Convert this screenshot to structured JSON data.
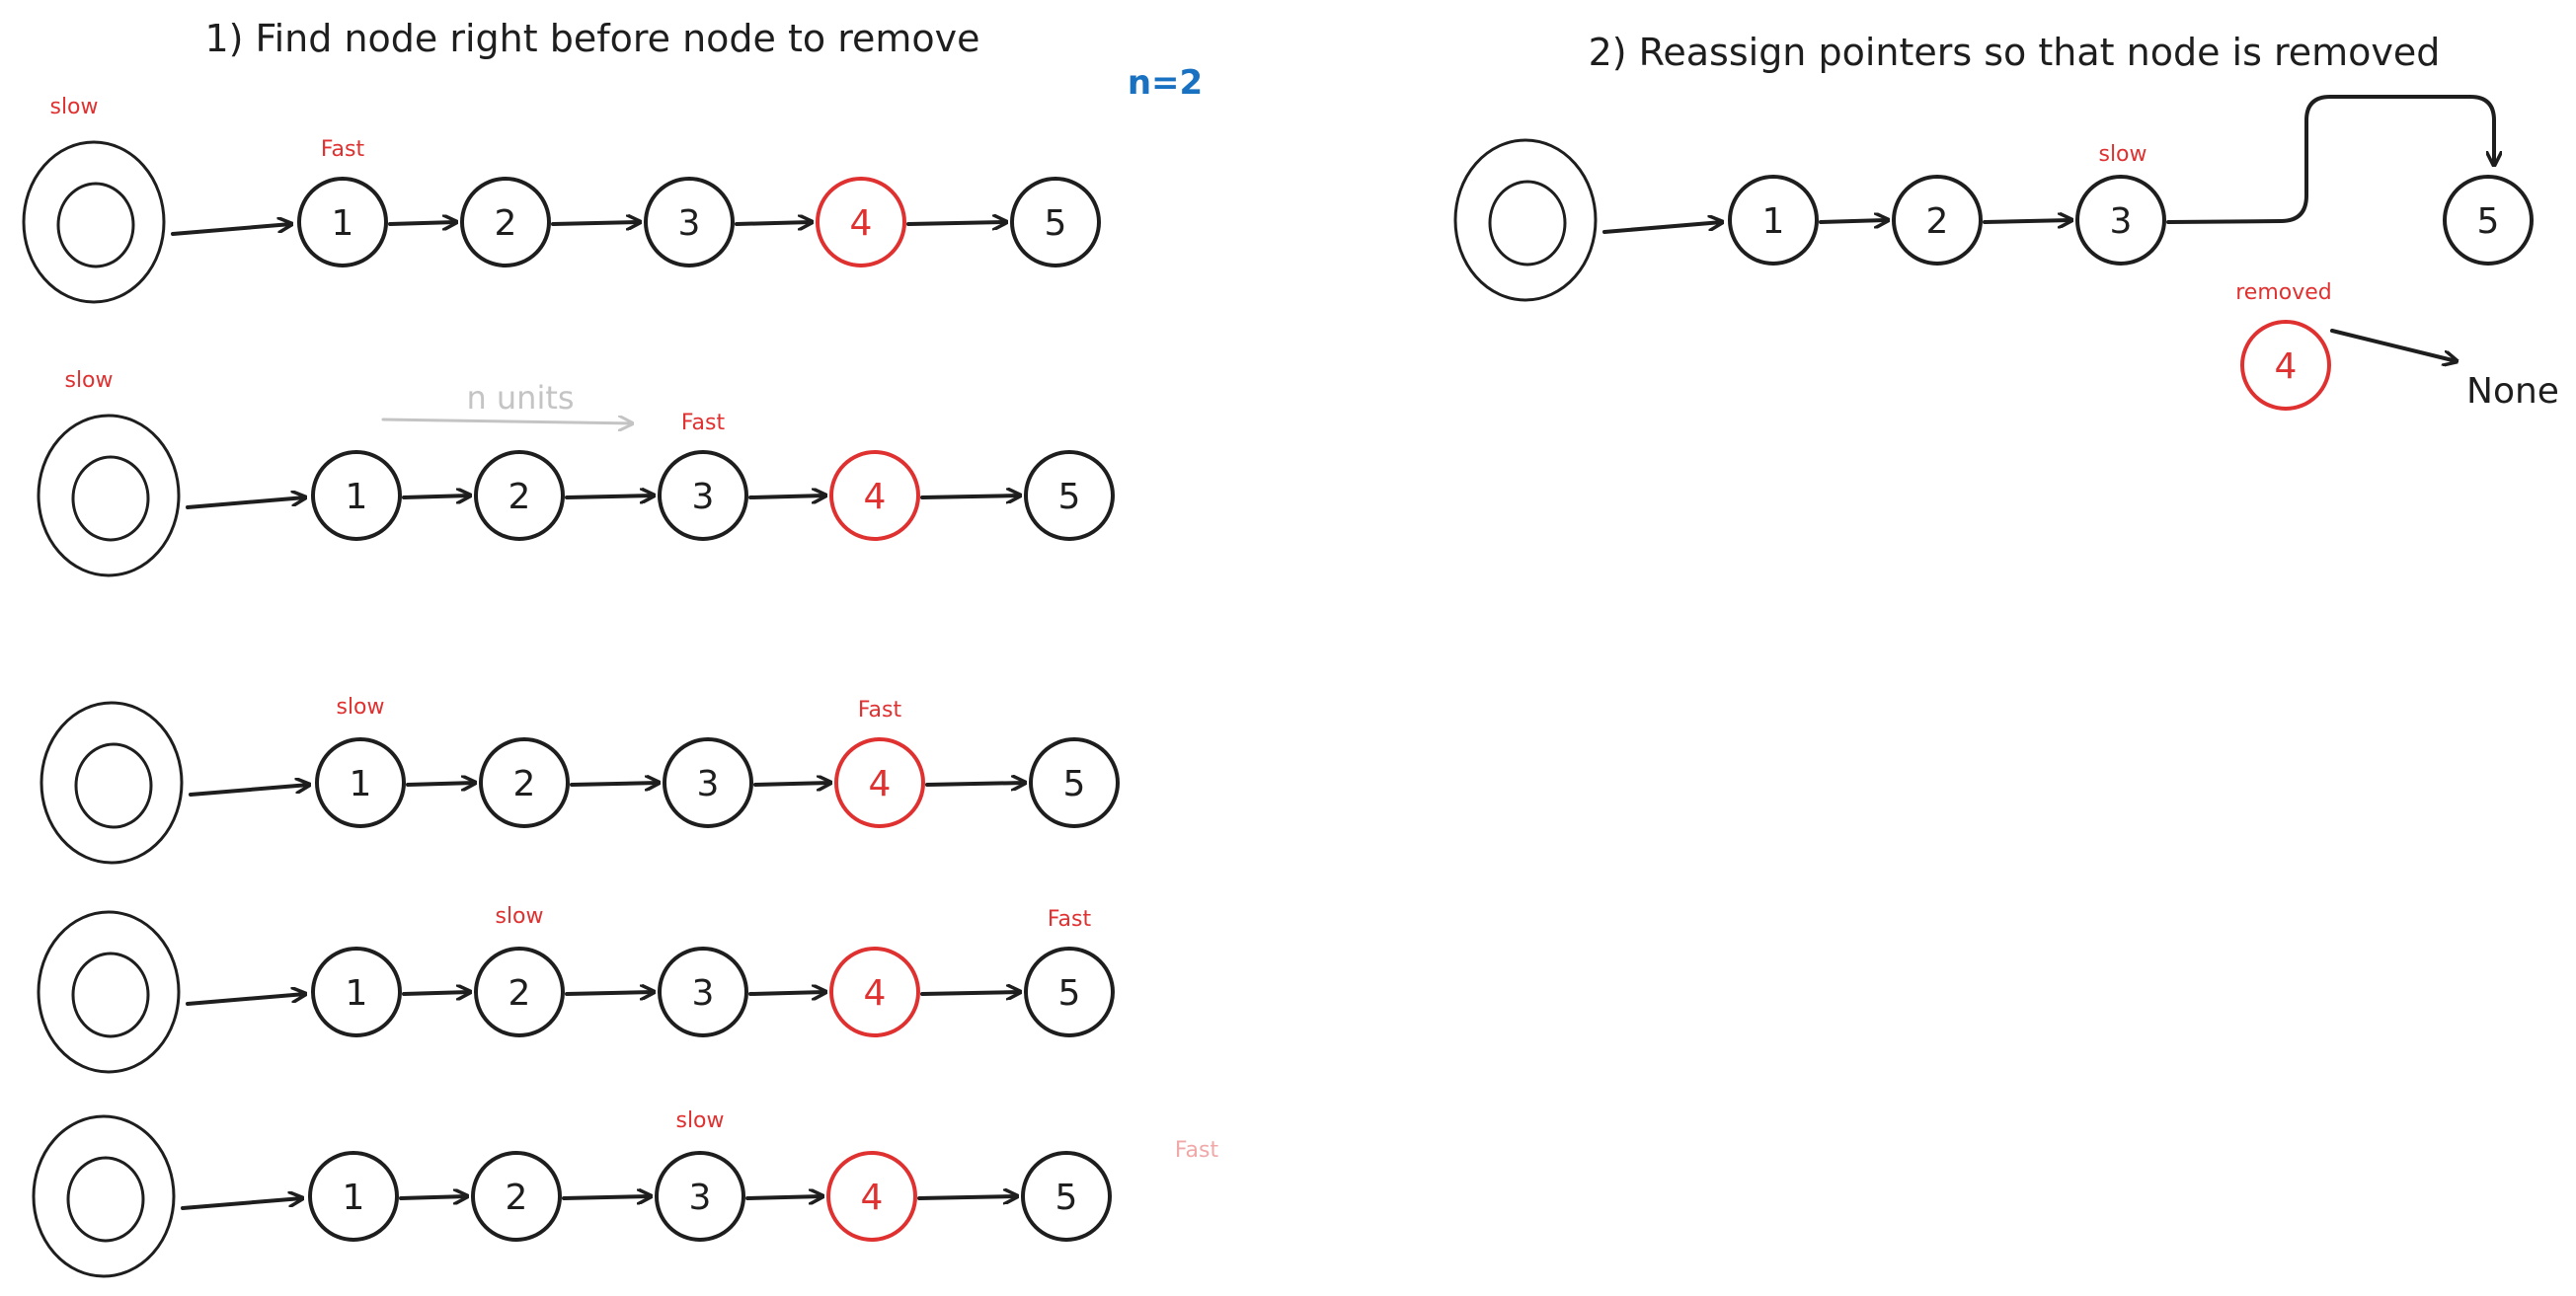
{
  "step1": {
    "title": "1) Find node right before node to remove",
    "n_param": "n=2",
    "n_units": "n units"
  },
  "step2": {
    "title": "2) Reassign pointers so that node is removed",
    "removed_label": "removed",
    "none_label": "None"
  },
  "pointer_labels": {
    "slow": "slow",
    "fast": "Fast"
  },
  "node_values": [
    "1",
    "2",
    "3",
    "4",
    "5"
  ],
  "removed_value": "4",
  "colors": {
    "ink": "#1e1e1e",
    "highlight": "#e03131",
    "param": "#1971c2",
    "muted": "#c4c4c4"
  },
  "rows": [
    {
      "slow": "head",
      "fast": 1
    },
    {
      "slow": "head",
      "fast": 3
    },
    {
      "slow": 1,
      "fast": 4
    },
    {
      "slow": 2,
      "fast": 5
    },
    {
      "slow": 3,
      "fast": "None"
    }
  ]
}
